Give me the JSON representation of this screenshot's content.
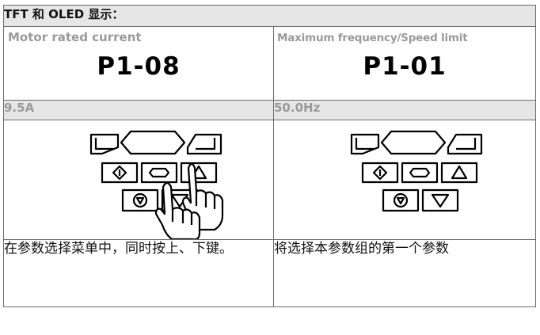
{
  "header": "TFT 和 OLED 显示：",
  "columns": [
    {
      "subtitle": "Motor rated current",
      "code": "P1-08",
      "value": "9.5A",
      "description": "在参数选择菜单中，同时按上、下键。"
    },
    {
      "subtitle": "Maximum frequency/Speed limit",
      "code": "P1-01",
      "value": "50.0Hz",
      "description": "将选择本参数组的第一个参数"
    }
  ],
  "keypad": {
    "keys": [
      "left-bracket-icon",
      "display-icon",
      "right-bracket-icon",
      "start-icon",
      "stop-icon",
      "up-arrow-icon",
      "stop-circle-icon",
      "down-arrow-icon"
    ],
    "hand_icon": "pointing-hand-icon"
  },
  "colors": {
    "header_bg": "#e6e6e6",
    "subtitle_text": "#9a9a9a",
    "border": "#6b6b6b"
  }
}
